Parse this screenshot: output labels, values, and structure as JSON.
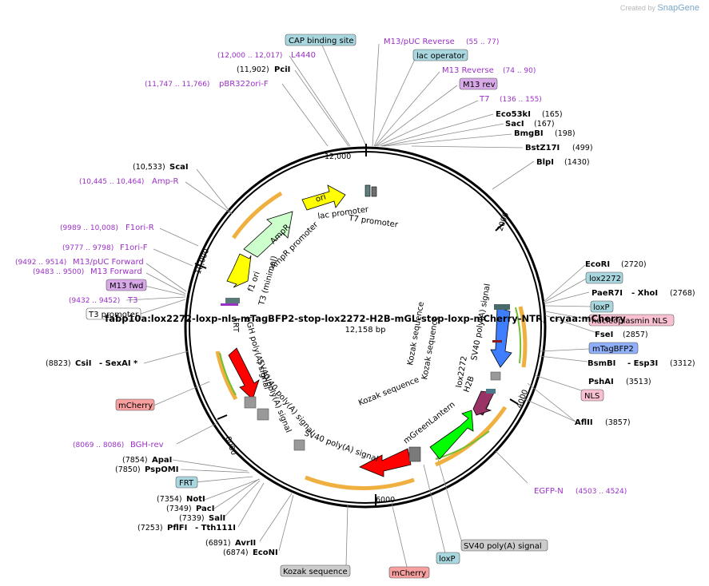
{
  "credit": {
    "prefix": "Created by",
    "brand": "SnapGene"
  },
  "plasmid": {
    "name": "fabp10a:lox2272-loxp-nls-mTagBFP2-stop-lox2272-H2B-mGL-stop-loxp-mCherry-NTR; cryaa:mCherry",
    "length": "12,158 bp"
  },
  "ticks": [
    "12,000",
    "2000",
    "4000",
    "6000",
    "8000",
    "10,000"
  ],
  "enzymes": {
    "sacI": {
      "name": "SacI",
      "pos": "(167)"
    },
    "bmgBI": {
      "name": "BmgBI",
      "pos": "(198)"
    },
    "eco53kI": {
      "name": "Eco53kI",
      "pos": "(165)"
    },
    "bstZ17I": {
      "name": "BstZ17I",
      "pos": "(499)"
    },
    "blpI": {
      "name": "BlpI",
      "pos": "(1430)"
    },
    "ecoRI": {
      "name": "EcoRI",
      "pos": "(2720)"
    },
    "paeR7I": {
      "name": "PaeR7I",
      "name2": "XhoI",
      "pos": "(2768)"
    },
    "fseI": {
      "name": "FseI",
      "pos": "(2857)"
    },
    "bsmBI": {
      "name": "BsmBI",
      "name2": "Esp3I",
      "pos": "(3312)"
    },
    "pshAI": {
      "name": "PshAI",
      "pos": "(3513)"
    },
    "aflII": {
      "name": "AflII",
      "pos": "(3857)"
    },
    "pciI": {
      "name": "PciI",
      "pos": "(11,902)"
    },
    "scaI": {
      "name": "ScaI",
      "pos": "(10,533)"
    },
    "csiI": {
      "name": "CsiI",
      "name2": "SexAI *",
      "pos": "(8823)"
    },
    "apaI": {
      "name": "ApaI",
      "pos": "(7854)"
    },
    "pspOMI": {
      "name": "PspOMI",
      "pos": "(7850)"
    },
    "notI": {
      "name": "NotI",
      "pos": "(7354)"
    },
    "pacI": {
      "name": "PacI",
      "pos": "(7349)"
    },
    "salI": {
      "name": "SalI",
      "pos": "(7339)"
    },
    "pflFI": {
      "name": "PflFI",
      "name2": "Tth111I",
      "pos": "(7253)"
    },
    "avrII": {
      "name": "AvrII",
      "pos": "(6891)"
    },
    "ecoNI": {
      "name": "EcoNI",
      "pos": "(6874)"
    }
  },
  "primers": {
    "l4440": {
      "name": "L4440",
      "pos": "(12,000 .. 12,017)"
    },
    "pbr322": {
      "name": "pBR322ori-F",
      "pos": "(11,747 .. 11,766)"
    },
    "m13puc_rev": {
      "name": "M13/pUC Reverse",
      "pos": "(55 .. 77)"
    },
    "m13_reverse": {
      "name": "M13 Reverse",
      "pos": "(74 .. 90)"
    },
    "t7": {
      "name": "T7",
      "pos": "(136 .. 155)"
    },
    "ampr": {
      "name": "Amp-R",
      "pos": "(10,445 .. 10,464)"
    },
    "f1orir": {
      "name": "F1ori-R",
      "pos": "(9989 .. 10,008)"
    },
    "f1orif": {
      "name": "F1ori-F",
      "pos": "(9777 .. 9798)"
    },
    "m13puc_fwd": {
      "name": "M13/pUC Forward",
      "pos": "(9492 .. 9514)"
    },
    "m13_forward": {
      "name": "M13 Forward",
      "pos": "(9483 .. 9500)"
    },
    "t3": {
      "name": "T3",
      "pos": "(9432 .. 9452)"
    },
    "bghrev": {
      "name": "BGH-rev",
      "pos": "(8069 .. 8086)"
    },
    "egfpn": {
      "name": "EGFP-N",
      "pos": "(4503 .. 4524)"
    }
  },
  "boxes": {
    "cap": "CAP binding site",
    "lacop": "lac operator",
    "m13rev": "M13 rev",
    "lox2272": "lox2272",
    "loxp1": "loxP",
    "nls_np": "nucleoplasmin NLS",
    "mtag": "mTagBFP2",
    "nls": "NLS",
    "m13fwd": "M13 fwd",
    "t3prom": "T3 promoter",
    "mcherry1": "mCherry",
    "frt": "FRT",
    "kozak": "Kozak sequence",
    "mcherry2": "mCherry",
    "loxp2": "loxP",
    "sv40": "SV40 poly(A) signal"
  },
  "inner": {
    "ori": "ori",
    "lac_promoter": "lac promoter",
    "t7_promoter": "T7 promoter",
    "ampr": "AmpR",
    "ampr_promoter": "AmpR promoter",
    "f1ori": "f1 ori",
    "t3min": "T3 (minimal)",
    "frt": "FRT",
    "bgh": "bGH poly(A) signal",
    "sv40_a": "SV40 poly(A) signal",
    "sv40_b": "SV40 poly(A) signal",
    "sv40_c": "SV40 poly(A) signal",
    "sv40_d": "SV40 poly(A) signal",
    "kozak1": "Kozak sequence",
    "kozak2": "Kozak sequence",
    "kozak3": "Kozak sequence",
    "lox2272": "lox2272",
    "h2b": "H2B",
    "mgl": "mGreenLantern"
  },
  "colors": {
    "primer": "#9b30c7",
    "ori": "#ffff00",
    "ampr": "#ccffcc",
    "f1ori": "#ffff00",
    "mtag": "#3f7fff",
    "h2b": "#993366",
    "mgl": "#00ff00",
    "mcherry": "#ff0000",
    "orange_arc": "#f0b040",
    "green_arc": "#6fbf2f"
  }
}
